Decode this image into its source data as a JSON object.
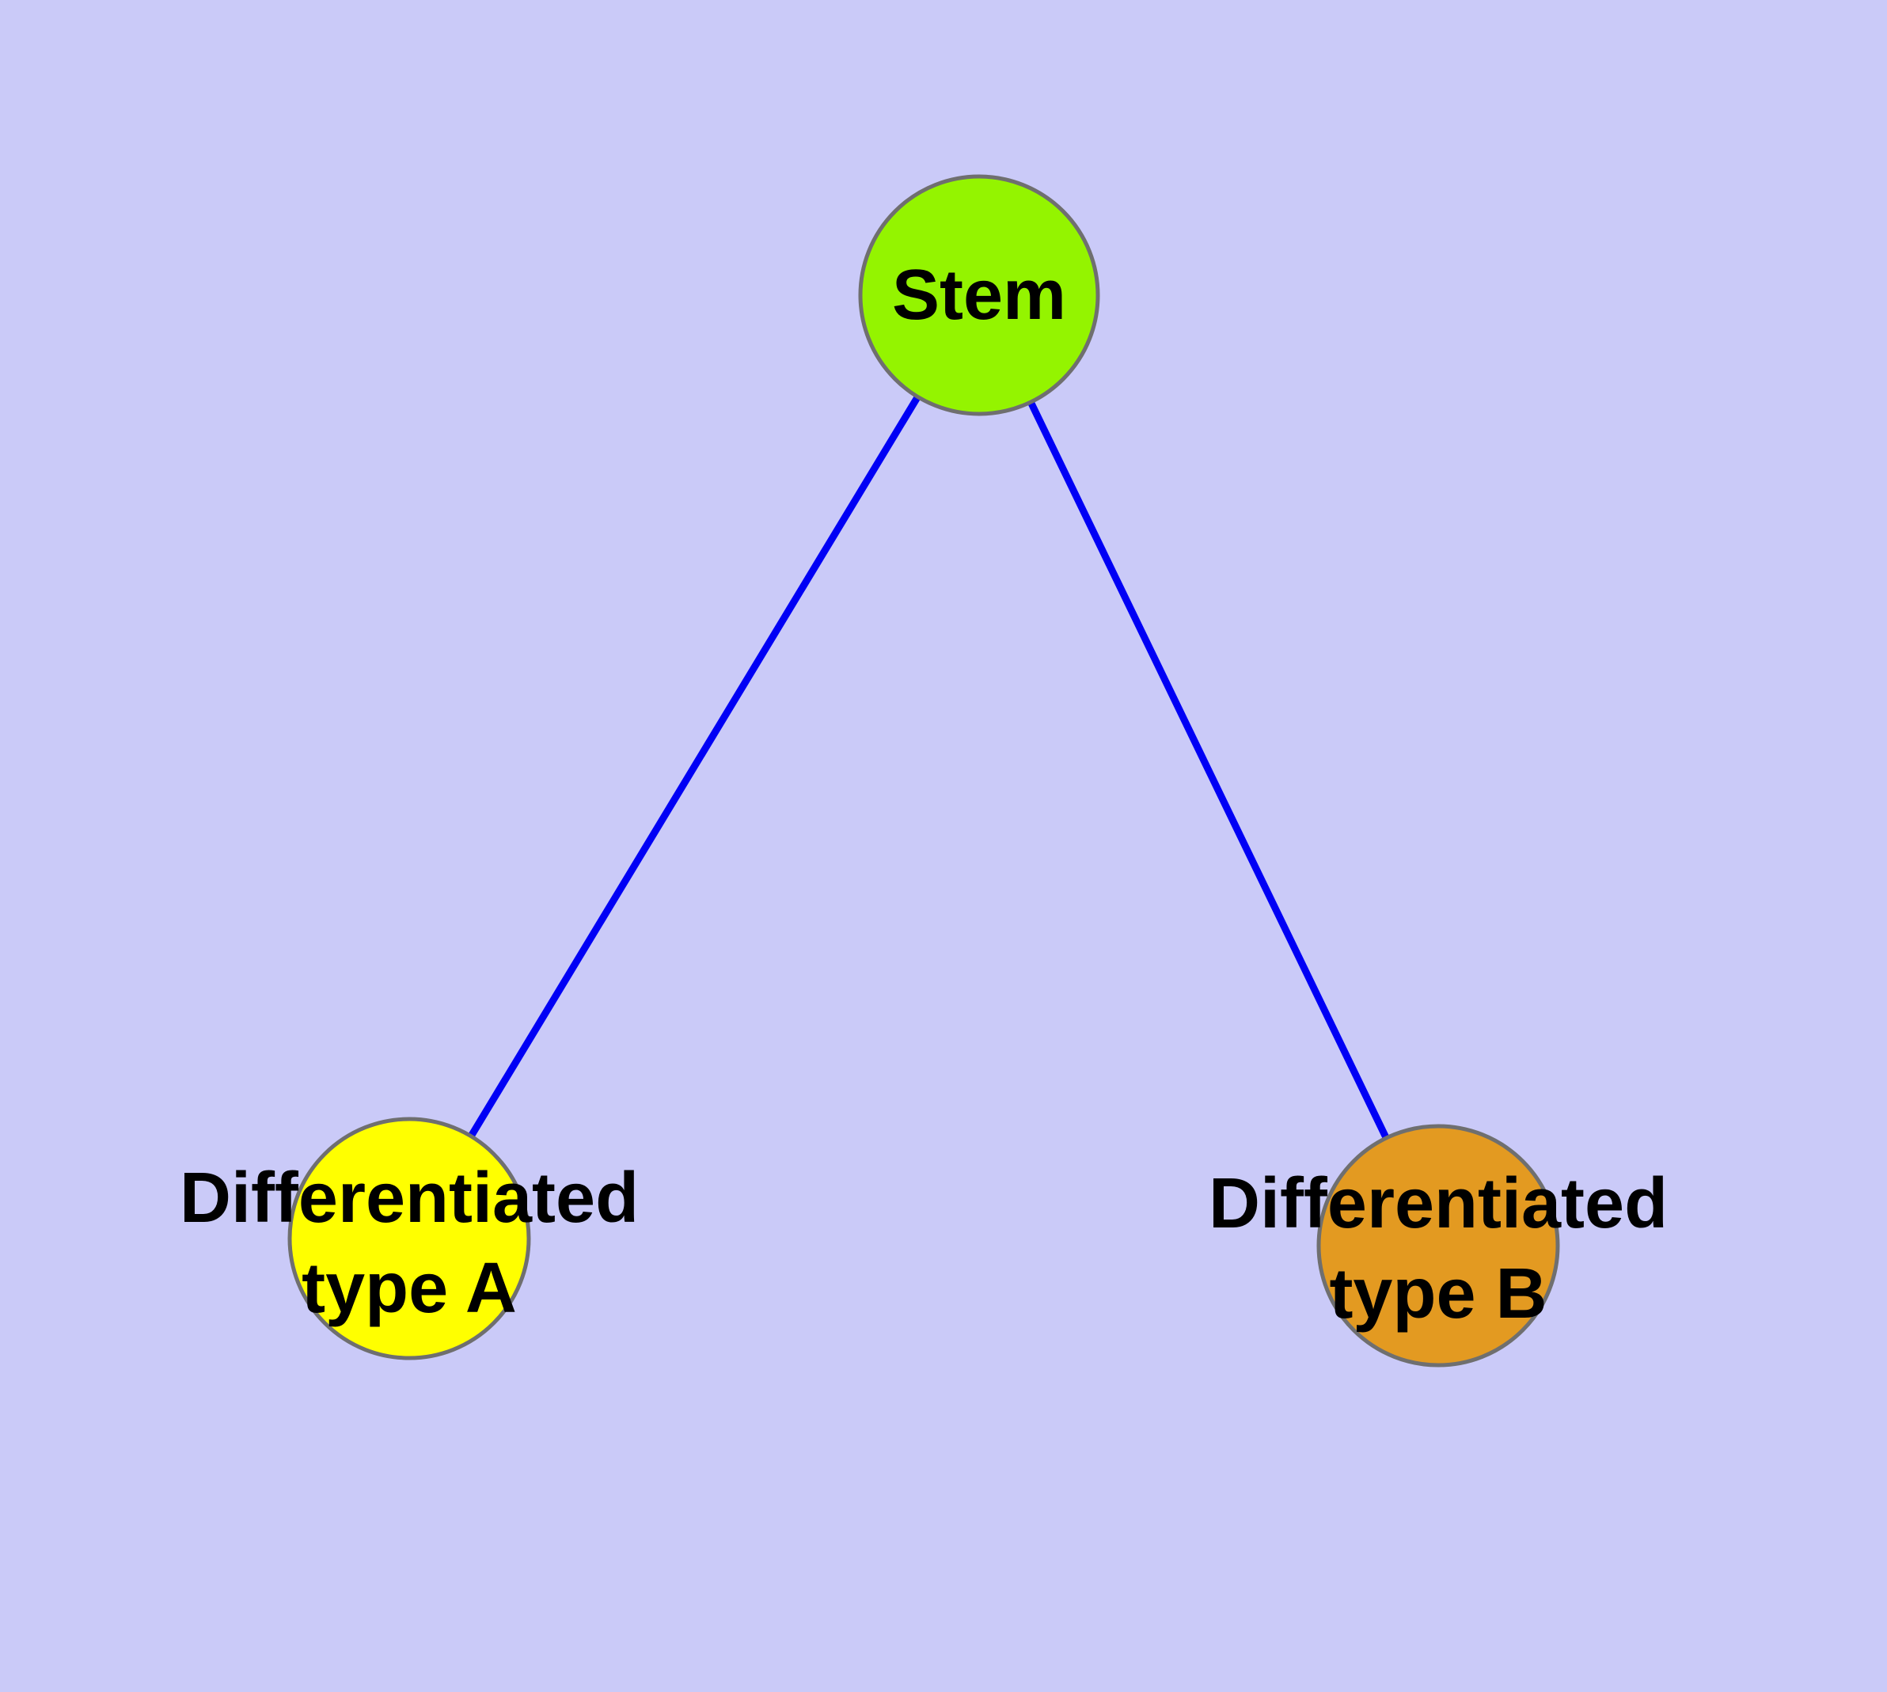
{
  "diagram": {
    "type": "node-link-graph",
    "background_color": "#CACAF8",
    "edge_color": "#0000F5",
    "node_border_color": "#6F6F6F",
    "label_color": "#000000",
    "nodes": [
      {
        "id": "stem",
        "label": "Stem",
        "label_line1": "Stem",
        "label_line2": "",
        "color": "#94F400"
      },
      {
        "id": "type-a",
        "label": "Differentiated type A",
        "label_line1": "Differentiated",
        "label_line2": "type A",
        "color": "#FFFF00"
      },
      {
        "id": "type-b",
        "label": "Differentiated type B",
        "label_line1": "Differentiated",
        "label_line2": "type B",
        "color": "#E39A21"
      }
    ],
    "edges": [
      {
        "from": "Stem",
        "to": "Differentiated type A"
      },
      {
        "from": "Stem",
        "to": "Differentiated type B"
      }
    ]
  }
}
